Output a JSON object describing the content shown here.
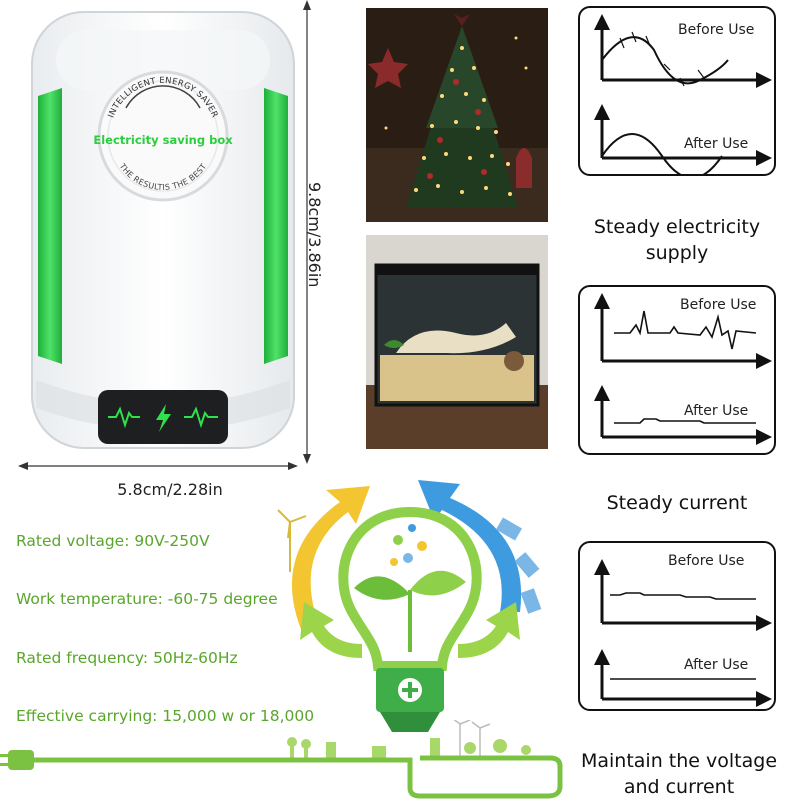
{
  "device": {
    "badge_top": "INTELLIGENT ENERGY SAVER",
    "badge_main": "Electricity saving box",
    "badge_bottom": "THE RESULTIS THE BEST",
    "height_label": "9.8cm/3.86in",
    "width_label": "5.8cm/2.28in"
  },
  "panels": [
    {
      "before": "Before Use",
      "after": "After Use",
      "caption_l1": "Steady electricity",
      "caption_l2": "supply"
    },
    {
      "before": "Before Use",
      "after": "After Use",
      "caption_l1": "Steady current",
      "caption_l2": ""
    },
    {
      "before": "Before Use",
      "after": "After Use",
      "caption_l1": "Maintain the voltage",
      "caption_l2": "and current"
    }
  ],
  "specs": [
    "Rated voltage: 90V-250V",
    "Work temperature: -60-75 degree",
    "Rated frequency: 50Hz-60Hz",
    "Effective carrying: 15,000 w or 18,000"
  ],
  "colors": {
    "green": "#34c44a",
    "spec_green": "#5aa62c",
    "arrow_yellow": "#f3c531",
    "arrow_blue": "#3f9be0"
  }
}
